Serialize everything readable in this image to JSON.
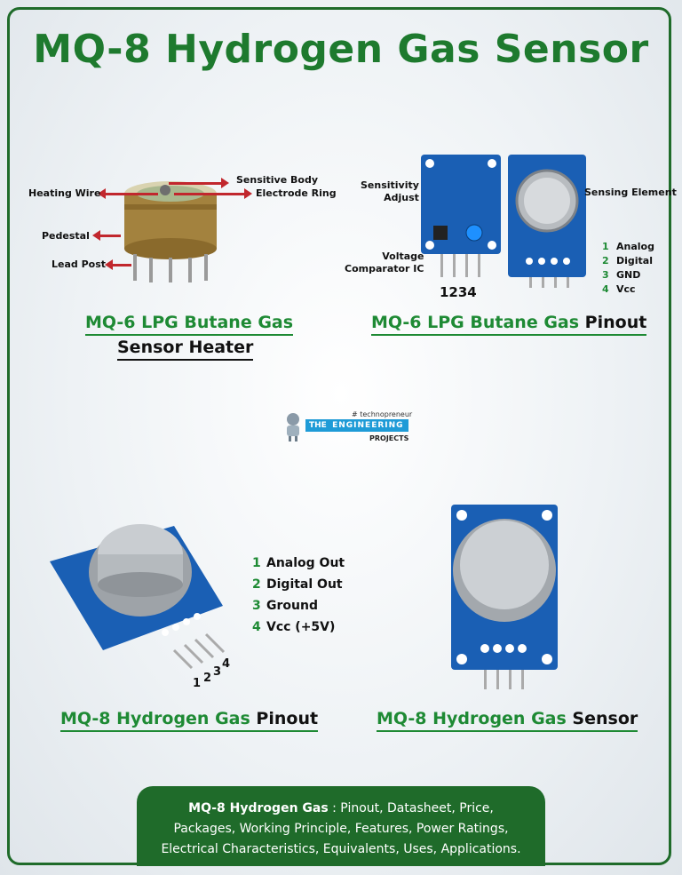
{
  "title": "MQ-8 Hydrogen Gas Sensor",
  "heater": {
    "labels": {
      "sensitive_body": "Sensitive Body",
      "heating_wire": "Heating Wire",
      "electrode_ring": "Electrode Ring",
      "pedestal": "Pedestal",
      "lead_post": "Lead Post"
    },
    "caption_line1": "MQ-6 LPG Butane Gas",
    "caption_line2": "Sensor Heater"
  },
  "pinout_top": {
    "labels": {
      "sensitivity_adjust_1": "Sensitivity",
      "sensitivity_adjust_2": "Adjust",
      "voltage_1": "Voltage",
      "voltage_2": "Comparator IC",
      "sensing_element": "Sensing Element",
      "pin_numbers": "1234"
    },
    "pins": [
      {
        "num": "1",
        "name": "Analog"
      },
      {
        "num": "2",
        "name": "Digital"
      },
      {
        "num": "3",
        "name": "GND"
      },
      {
        "num": "4",
        "name": "Vcc"
      }
    ],
    "caption_green": "MQ-6 LPG Butane Gas",
    "caption_black": "Pinout"
  },
  "logo": {
    "tag": "# technopreneur",
    "the": "THE",
    "eng": "ENGINEERING",
    "projects": "PROJECTS"
  },
  "pinout_bottom": {
    "pins": [
      {
        "num": "1",
        "name": "Analog Out"
      },
      {
        "num": "2",
        "name": "Digital Out"
      },
      {
        "num": "3",
        "name": "Ground"
      },
      {
        "num": "4",
        "name": "Vcc (+5V)"
      }
    ],
    "pin_digits": [
      "1",
      "2",
      "3",
      "4"
    ],
    "caption_green": "MQ-8 Hydrogen Gas",
    "caption_black": "Pinout"
  },
  "sensor_bottom": {
    "caption_green": "MQ-8 Hydrogen Gas",
    "caption_black": "Sensor"
  },
  "footer": {
    "bold": "MQ-8 Hydrogen Gas",
    "line1_rest": " : Pinout, Datasheet, Price,",
    "line2": "Packages, Working Principle, Features, Power Ratings,",
    "line3": "Electrical Characteristics, Equivalents, Uses, Applications."
  },
  "colors": {
    "green": "#1e8a34",
    "dark_green": "#1f6b2a",
    "red": "#c1272d",
    "pcb_blue": "#1a5fb4"
  }
}
